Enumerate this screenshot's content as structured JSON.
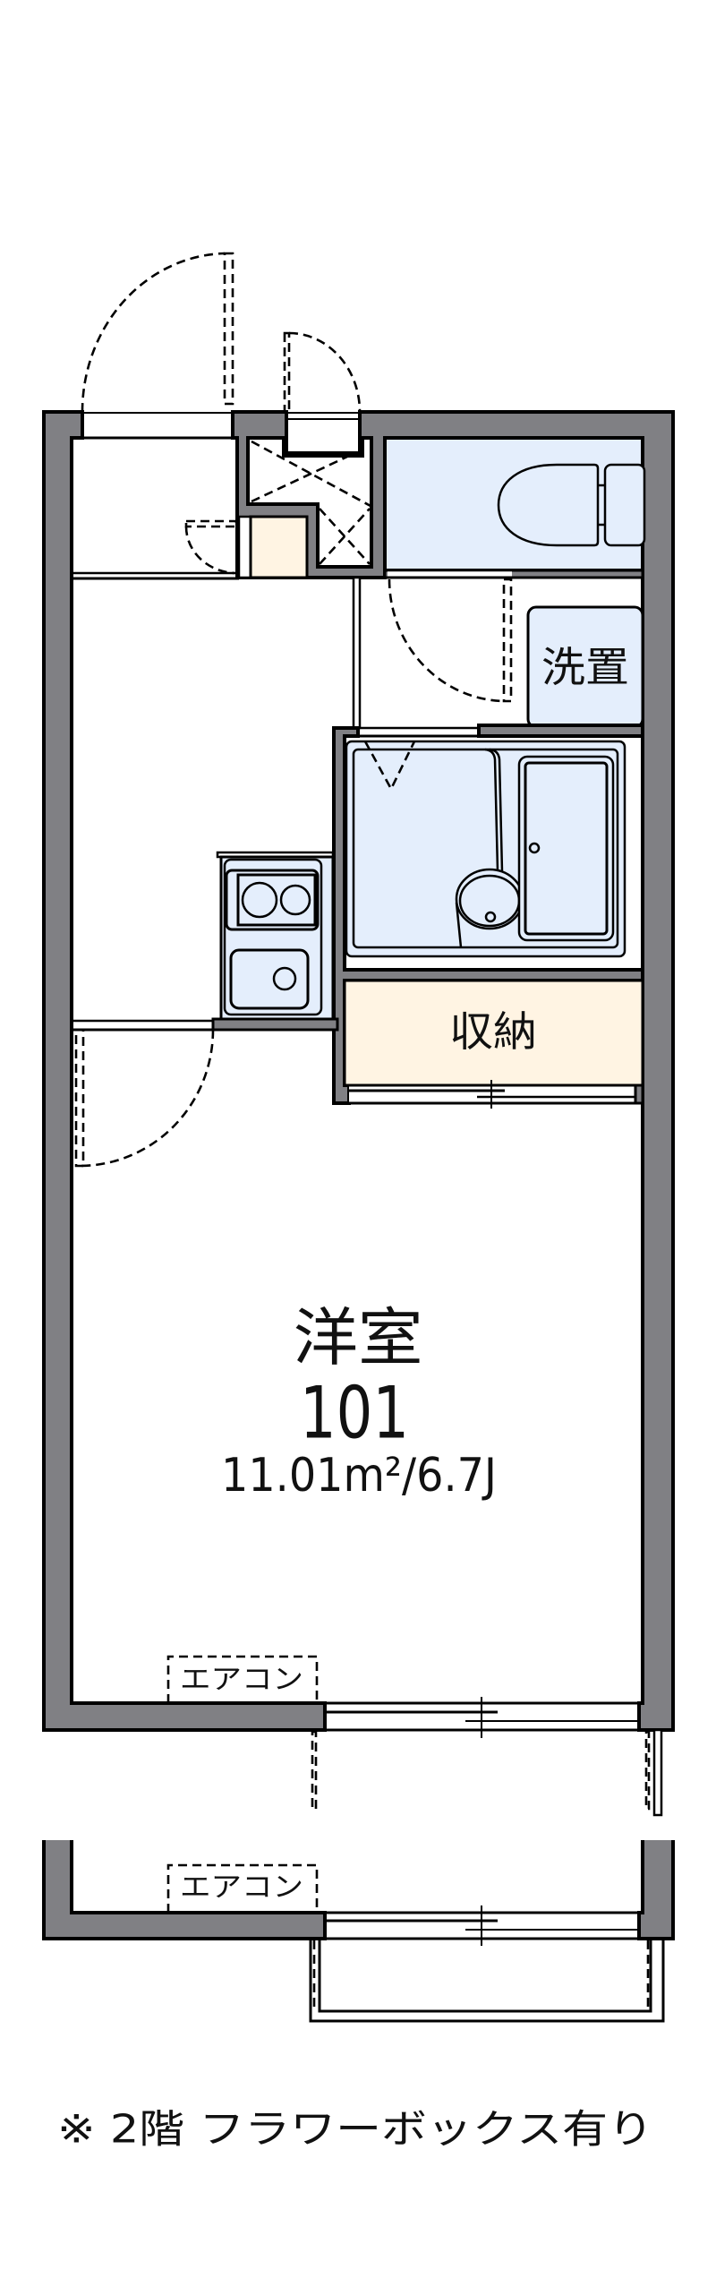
{
  "unit": {
    "number": "101"
  },
  "rooms": {
    "western_room": {
      "label": "洋室",
      "area": "11.01m²/6.7J"
    },
    "storage": {
      "label": "収納"
    },
    "laundry_space": {
      "label": "洗置"
    }
  },
  "fixtures": {
    "air_conditioner_1f": {
      "label": "エアコン"
    },
    "air_conditioner_2f": {
      "label": "エアコン"
    },
    "icons": [
      "entrance-door-swing",
      "meter-box",
      "pipe-shaft",
      "shoe-cabinet",
      "toilet",
      "washroom-door-swing",
      "washing-machine-pan",
      "unit-bath",
      "washbasin",
      "bathtub",
      "kitchen-stove",
      "kitchen-sink",
      "room-door-swing",
      "storage-sliding-door",
      "sliding-window",
      "flower-box"
    ]
  },
  "note": "※ 2階 フラワーボックス有り",
  "colors": {
    "wall": "#808084",
    "wet_area": "#e4eefc",
    "storage": "#fff4e3",
    "background": "#ffffff",
    "line": "#000000"
  }
}
